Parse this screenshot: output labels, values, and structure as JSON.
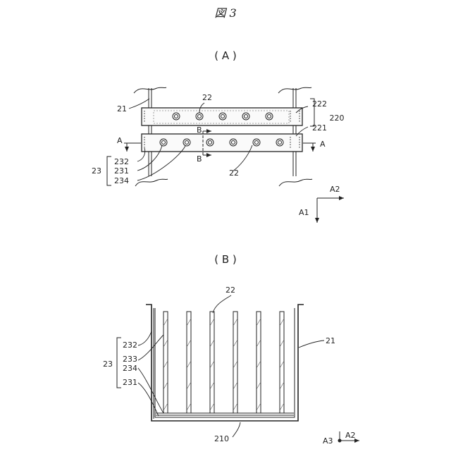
{
  "figure_title": "図 3",
  "panel_a": {
    "title": "( A )",
    "labels": {
      "l22_top": "22",
      "l21": "21",
      "l222": "222",
      "l220": "220",
      "l221": "221",
      "l_a_left": "A",
      "l_a_right": "A",
      "l_b_top": "B",
      "l_b_bottom": "B",
      "l232": "232",
      "l231": "231",
      "l234": "234",
      "l23": "23",
      "l22_bottom": "22",
      "axis_a1": "A1",
      "axis_a2": "A2"
    }
  },
  "panel_b": {
    "title": "( B )",
    "labels": {
      "l22": "22",
      "l21": "21",
      "l232": "232",
      "l233": "233",
      "l23": "23",
      "l234": "234",
      "l231": "231",
      "l210": "210",
      "axis_a3": "A3",
      "axis_a2": "A2"
    }
  },
  "colors": {
    "line": "#222222",
    "fill_light": "#f2f2f2",
    "background": "#ffffff"
  }
}
